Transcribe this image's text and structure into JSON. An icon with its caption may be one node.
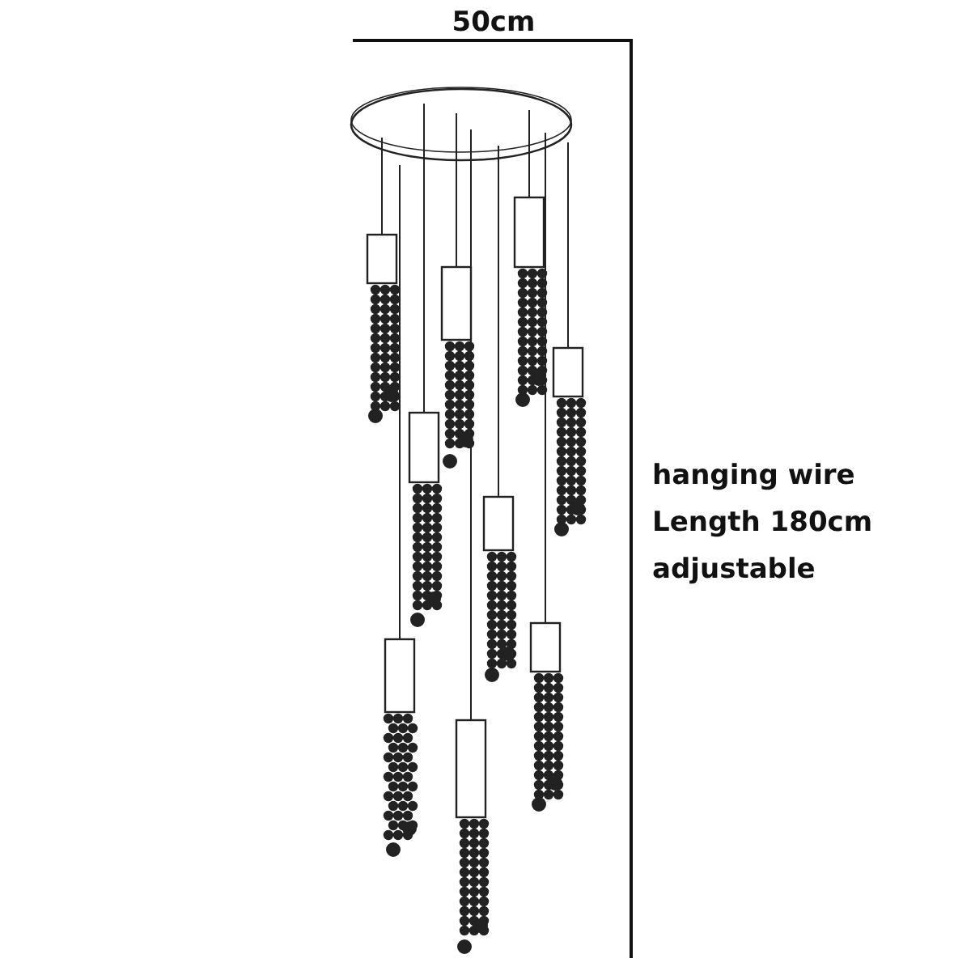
{
  "diagram": {
    "labels": [
      "50cm",
      "hanging wire",
      "Length 180cm",
      "adjustable"
    ]
  }
}
